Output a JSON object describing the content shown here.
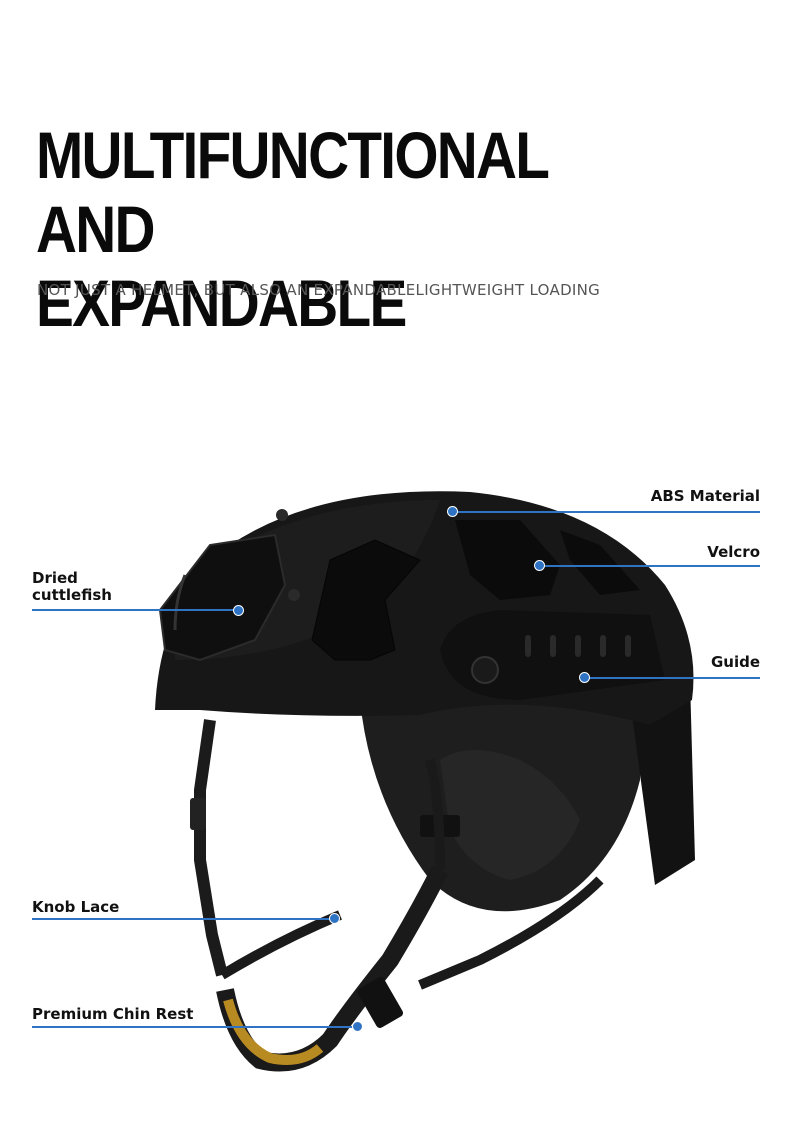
{
  "header": {
    "title_line1": "MULTIFUNCTIONAL AND",
    "title_line2": "EXPANDABLE",
    "subtitle": "NOT JUST A HELMET, BUT ALSO AN EXPANDABLELIGHTWEIGHT LOADING"
  },
  "callouts": {
    "abs_material": "ABS Material",
    "velcro": "Velcro",
    "guide": "Guide",
    "dried_cuttlefish_line1": "Dried",
    "dried_cuttlefish_line2": "cuttlefish",
    "knob_lace": "Knob Lace",
    "premium_chin_rest": "Premium Chin Rest"
  },
  "colors": {
    "accent": "#2f74c4",
    "helmet_shell": "#161616",
    "chin_pad": "#b88a22"
  },
  "product": {
    "icon": "tactical-helmet-icon"
  }
}
